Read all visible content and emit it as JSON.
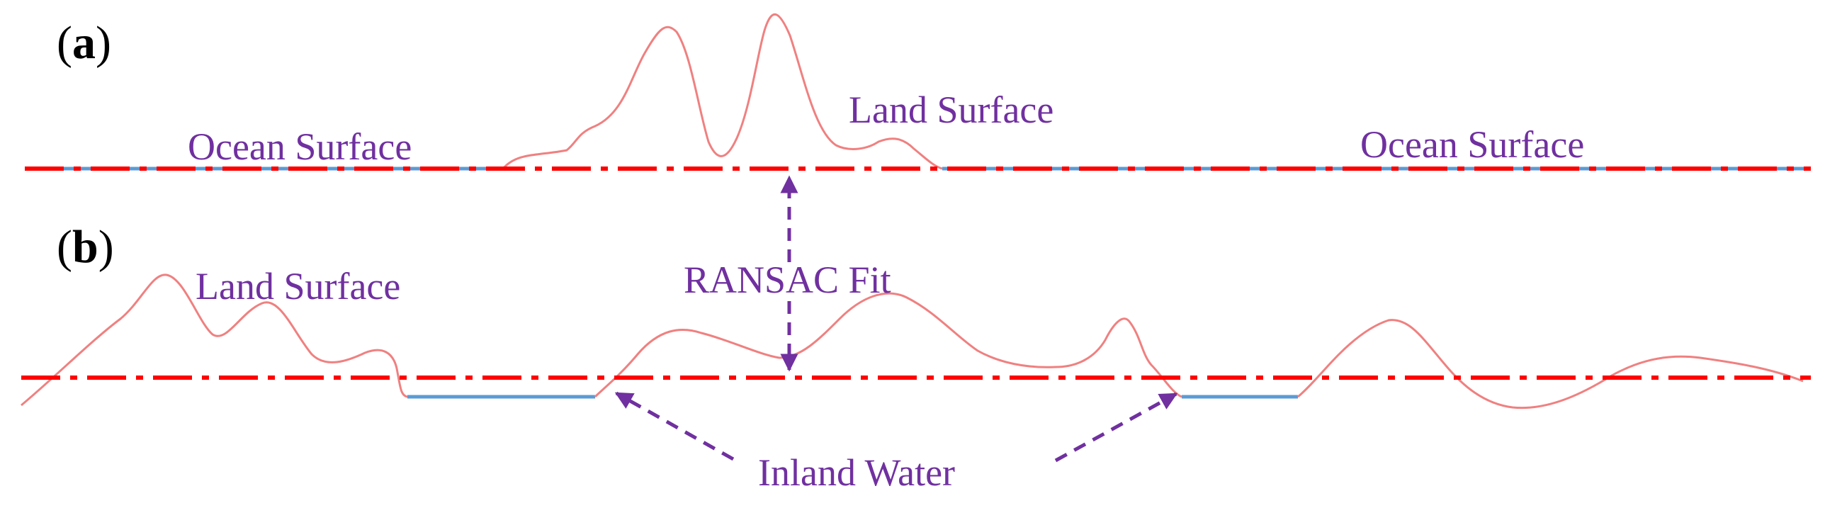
{
  "panels": {
    "a": {
      "open": "(",
      "letter": "a",
      "close": ")"
    },
    "b": {
      "open": "(",
      "letter": "b",
      "close": ")"
    }
  },
  "labels": {
    "ocean_left": "Ocean Surface",
    "land_a": "Land Surface",
    "ocean_right": "Ocean Surface",
    "land_b": "Land Surface",
    "ransac": "RANSAC Fit",
    "inland": "Inland Water"
  },
  "colors": {
    "text": "#7030a0",
    "surface_profile": "#f08080",
    "water_segment": "#5b9bd5",
    "ransac_line": "#ff0000",
    "arrow": "#7030a0"
  }
}
